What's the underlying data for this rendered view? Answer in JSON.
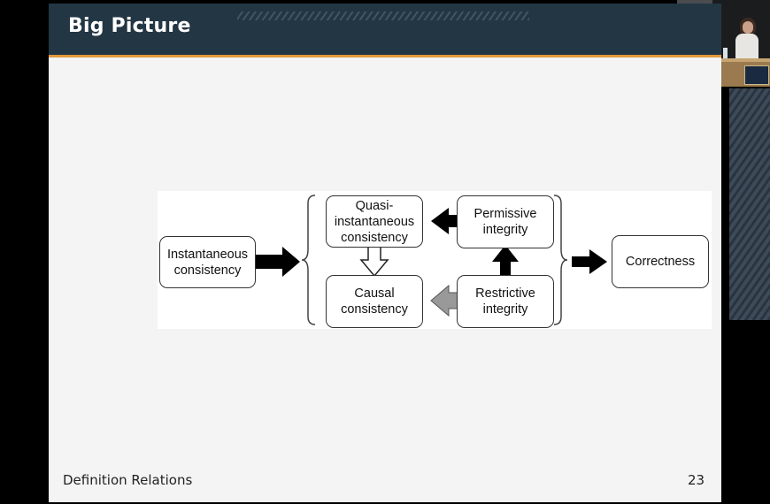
{
  "slide": {
    "title": "Big Picture",
    "footer_left": "Definition Relations",
    "page_number": "23"
  },
  "diagram": {
    "nodes": {
      "instantaneous": "Instantaneous\nconsistency",
      "quasi": "Quasi-\ninstantaneous\nconsistency",
      "causal": "Causal\nconsistency",
      "permissive": "Permissive\nintegrity",
      "restrictive": "Restrictive\nintegrity",
      "correctness": "Correctness"
    },
    "arrow_colors": {
      "implies": "#000000",
      "weak": "#999999",
      "open": "#ffffff"
    }
  }
}
